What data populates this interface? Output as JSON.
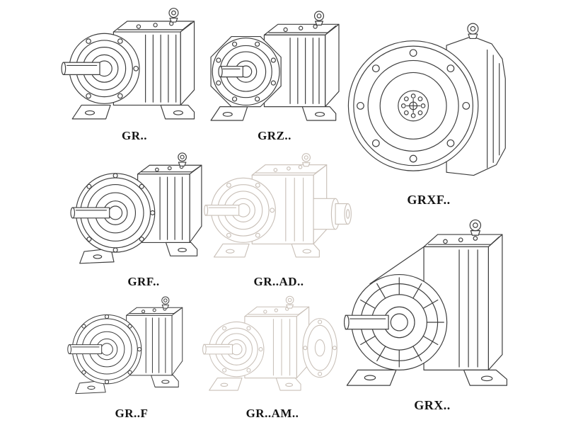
{
  "colors": {
    "line": "#3e3e3e",
    "ghost": "#c9c0b8",
    "label": "#141414",
    "background": "#ffffff"
  },
  "figures": [
    {
      "id": "gr",
      "label": "GR..",
      "style": "solid",
      "description": "foot-mounted-helical-gear-unit"
    },
    {
      "id": "grz",
      "label": "GRZ..",
      "style": "solid",
      "description": "foot-mounted-helical-gear-unit-octagonal-housing"
    },
    {
      "id": "grxf",
      "label": "GRXF..",
      "style": "solid",
      "description": "flange-mounted-gear-unit-front-view"
    },
    {
      "id": "grf",
      "label": "GRF..",
      "style": "solid",
      "description": "flange-and-foot-gear-unit"
    },
    {
      "id": "grad",
      "label": "GR..AD..",
      "style": "ghost",
      "description": "gear-unit-with-input-shaft-adapter"
    },
    {
      "id": "grx",
      "label": "GRX..",
      "style": "solid",
      "description": "large-foot-mounted-gear-unit"
    },
    {
      "id": "grf_foot",
      "label": "GR..F",
      "style": "solid",
      "description": "flange-and-foot-gear-unit"
    },
    {
      "id": "gram",
      "label": "GR..AM..",
      "style": "ghost",
      "description": "gear-unit-with-iec-motor-adapter-flange"
    }
  ]
}
